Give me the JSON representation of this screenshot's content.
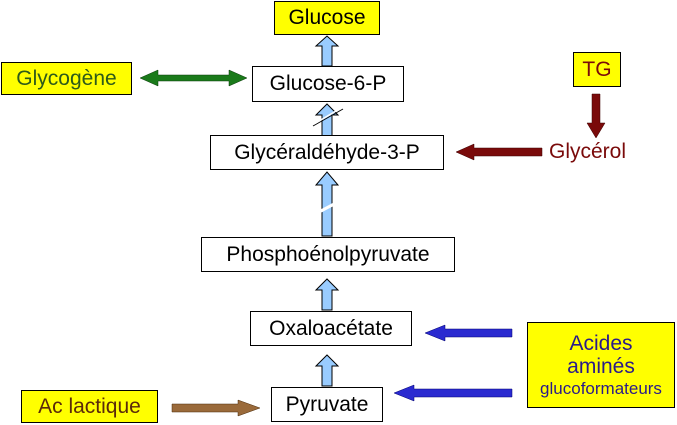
{
  "diagram": {
    "title": "Néoglucogenèse",
    "nodes": {
      "glucose": {
        "label": "Glucose"
      },
      "glucose6p": {
        "label": "Glucose-6-P"
      },
      "glycogene": {
        "label": "Glycogène"
      },
      "g3p": {
        "label": "Glycéraldéhyde-3-P"
      },
      "tg": {
        "label": "TG"
      },
      "glycerol": {
        "label": "Glycérol"
      },
      "pep": {
        "label": "Phosphoénolpyruvate"
      },
      "oxaloacetate": {
        "label": "Oxaloacétate"
      },
      "pyruvate": {
        "label": "Pyruvate"
      },
      "lactate": {
        "label": "Ac lactique"
      },
      "amino_acids": {
        "line1": "Acides",
        "line2": "aminés",
        "line3": "glucoformateurs"
      }
    },
    "edges": [
      {
        "from": "Glucose-6-P",
        "to": "Glucose",
        "style": "light-blue"
      },
      {
        "from": "Glycéraldéhyde-3-P",
        "to": "Glucose-6-P",
        "style": "light-blue",
        "marker": "slash"
      },
      {
        "from": "Phosphoénolpyruvate",
        "to": "Glycéraldéhyde-3-P",
        "style": "light-blue",
        "marker": "break"
      },
      {
        "from": "Oxaloacétate",
        "to": "Phosphoénolpyruvate",
        "style": "light-blue"
      },
      {
        "from": "Pyruvate",
        "to": "Oxaloacétate",
        "style": "light-blue"
      },
      {
        "from": "Glycogène",
        "to": "Glucose-6-P",
        "style": "green",
        "bidirectional": true
      },
      {
        "from": "TG",
        "to": "Glycérol",
        "style": "dark-red"
      },
      {
        "from": "Glycérol",
        "to": "Glycéraldéhyde-3-P",
        "style": "dark-red"
      },
      {
        "from": "Acides aminés glucoformateurs",
        "to": "Oxaloacétate",
        "style": "blue"
      },
      {
        "from": "Acides aminés glucoformateurs",
        "to": "Pyruvate",
        "style": "blue"
      },
      {
        "from": "Ac lactique",
        "to": "Pyruvate",
        "style": "brown"
      }
    ],
    "colors": {
      "highlight_fill": "#ffff00",
      "pathway_arrow": "#99ccff",
      "glycogen": "#1a7a1a",
      "glycogen_text": "#2d5a1a",
      "glycerol": "#7a0a0a",
      "amino_acids": "#2a2ad0",
      "amino_acids_text": "#2a1a8a",
      "lactate": "#9a6a3a",
      "lactate_text": "#5a2a0a"
    }
  }
}
